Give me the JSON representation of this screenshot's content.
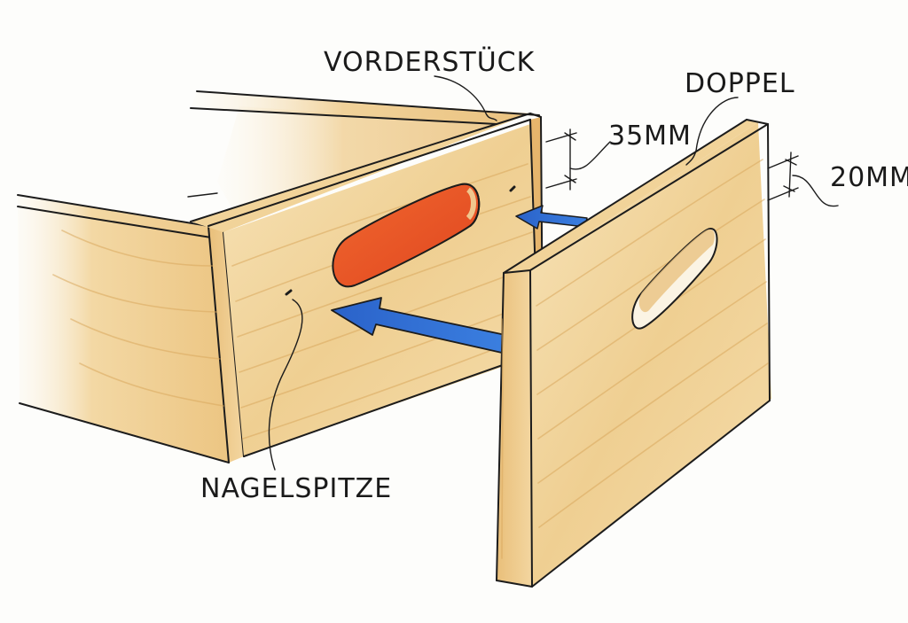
{
  "labels": {
    "front_piece": "VORDERSTÜCK",
    "double": "DOPPEL",
    "thickness_front": "35MM",
    "thickness_double": "20MM",
    "nail_tip": "NAGELSPITZE"
  },
  "colors": {
    "wood_light": "#f4dcae",
    "wood_mid": "#ecc787",
    "wood_dark": "#dda45a",
    "handle_cutout": "#e8572a",
    "arrow_blue": "#2f6fd6",
    "ink": "#1c1c1c"
  }
}
